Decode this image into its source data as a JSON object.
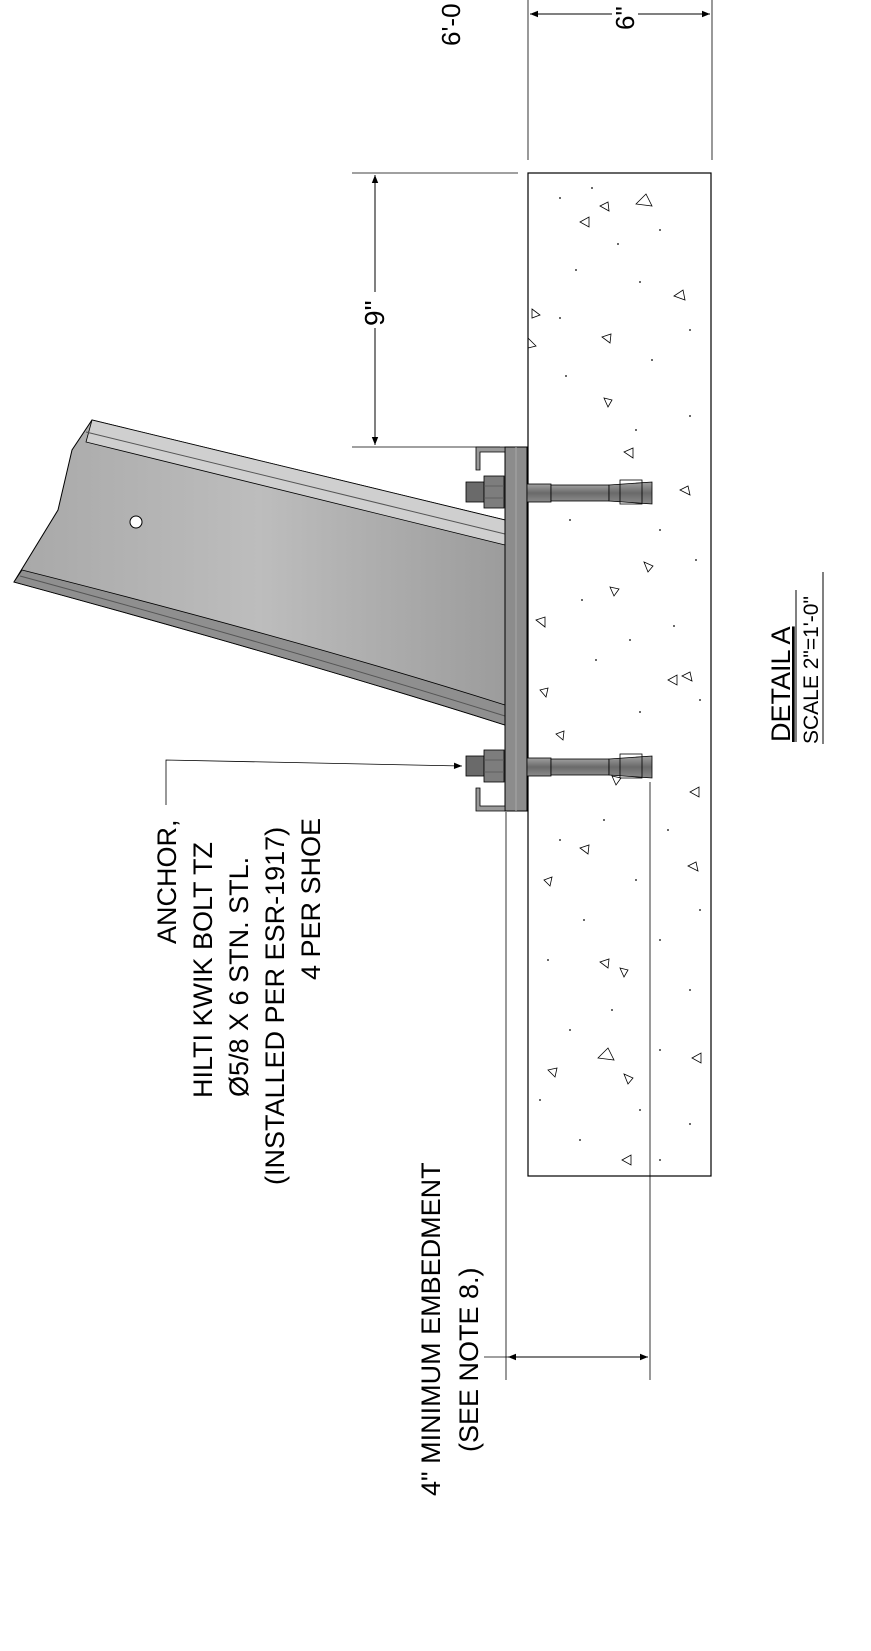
{
  "labels": {
    "dim_top_overall": "6'-0",
    "dim_top_inner": "6\"",
    "dim_offset": "9\"",
    "anchor_line1": "ANCHOR,",
    "anchor_line2": "HILTI KWIK BOLT TZ",
    "anchor_line3": "Ø5/8 X 6 STN. STL.",
    "anchor_line4": "(INSTALLED PER ESR-1917)",
    "anchor_line5": "4 PER SHOE",
    "embed_line1": "4\" MINIMUM EMBEDMENT",
    "embed_line2": "(SEE NOTE 8.)",
    "detail_title": "DETAIL  A",
    "detail_scale": "SCALE 2\"=1'-0\""
  },
  "colors": {
    "line": "#000000",
    "steel_light": "#b4b4b4",
    "steel_mid": "#9a9a9a",
    "steel_dark": "#6e6e6e",
    "plate": "#8c8c8c",
    "bolt": "#7a7a7a",
    "concrete": "#ffffff"
  }
}
